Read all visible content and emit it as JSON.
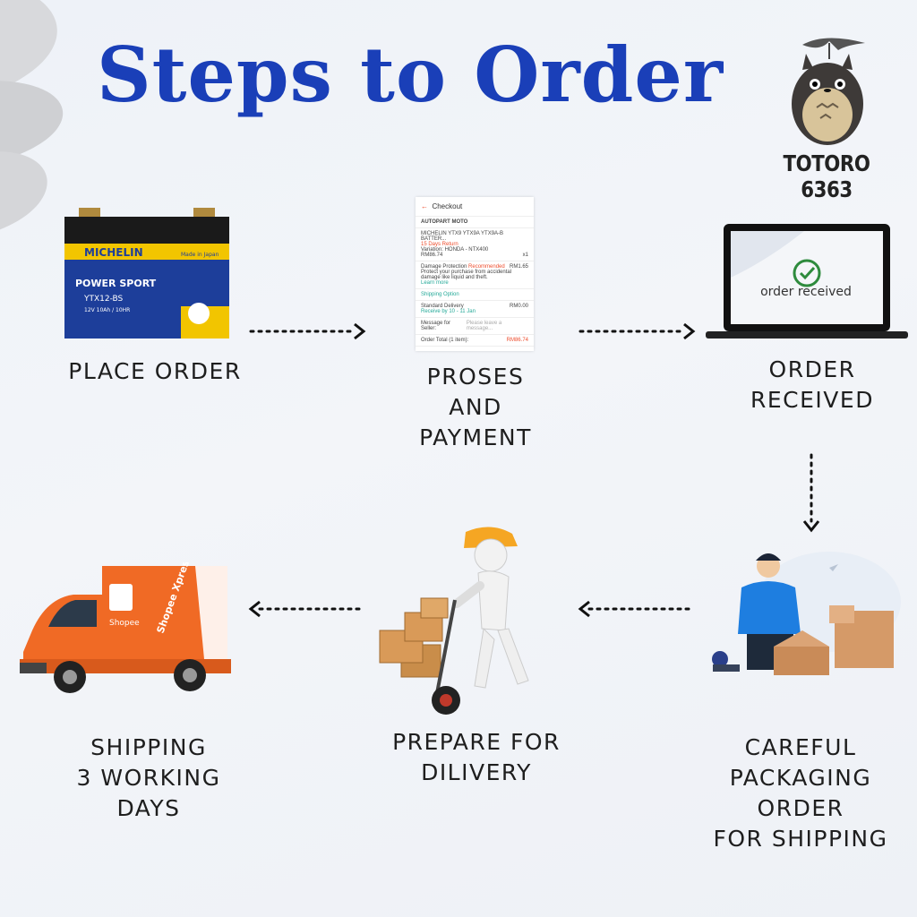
{
  "title": "Steps to Order",
  "brand": {
    "name": "TOTORO 6363"
  },
  "steps": [
    {
      "id": "place-order",
      "lines": [
        "PLACE ORDER"
      ]
    },
    {
      "id": "proses-payment",
      "lines": [
        "PROSES",
        "AND",
        "PAYMENT"
      ]
    },
    {
      "id": "order-received",
      "lines": [
        "ORDER",
        "RECEIVED"
      ]
    },
    {
      "id": "packaging",
      "lines": [
        "CAREFUL",
        "PACKAGING",
        "ORDER",
        "FOR SHIPPING"
      ]
    },
    {
      "id": "prepare",
      "lines": [
        "PREPARE FOR",
        "DILIVERY"
      ]
    },
    {
      "id": "shipping",
      "lines": [
        "SHIPPING",
        "3 WORKING",
        "DAYS"
      ]
    }
  ],
  "battery": {
    "brand": "MICHELIN",
    "series": "POWER SPORT",
    "model": "YTX12-BS",
    "spec": "12V 10Ah / 10HR",
    "badge": "Made in Japan"
  },
  "checkout": {
    "header": "Checkout",
    "shop": "AUTOPART MOTO",
    "product": "MICHELIN YTX9 YTX9A YTX9A-B BATTER...",
    "tag": "15 Days Return",
    "variation": "Variation: HONDA - NTX400",
    "price": "RM86.74",
    "qty": "x1",
    "damage_label": "Damage Protection",
    "damage_badge": "Recommended",
    "damage_price": "RM1.65",
    "damage_note": "Protect your purchase from accidental damage like liquid and theft.",
    "learn_more": "Learn more",
    "shipping_option": "Shipping Option",
    "delivery": "Standard Delivery",
    "delivery_price": "RM0.00",
    "delivery_eta": "Receive by 10 - 11 Jan",
    "message_label": "Message for Seller:",
    "message_placeholder": "Please leave a message...",
    "total_label": "Order Total (1 item):",
    "total": "RM86.74"
  },
  "laptop": {
    "status": "order received"
  },
  "truck": {
    "brand": "Shopee",
    "service": "Shopee Xpress"
  },
  "colors": {
    "title": "#1a3fb8",
    "shopee_orange": "#ee4d2d",
    "truck_orange": "#f06a25",
    "check_green": "#2e8b3d"
  }
}
